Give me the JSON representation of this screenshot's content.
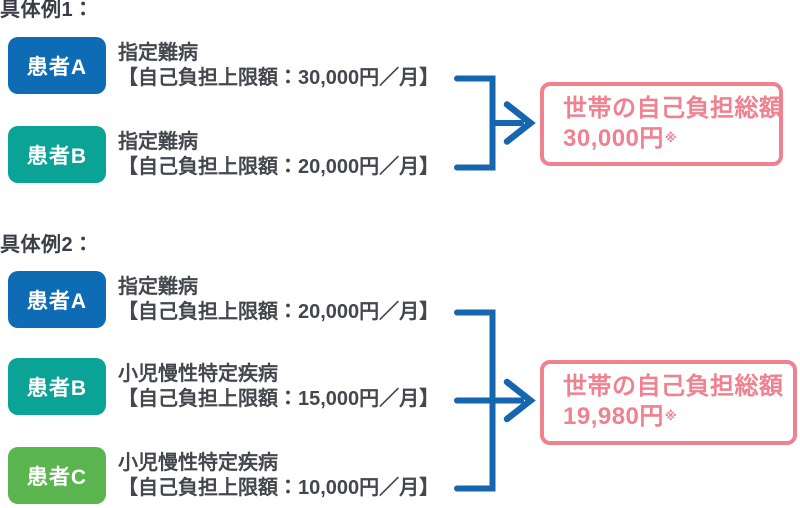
{
  "colors": {
    "patient_blue": "#0d6cb4",
    "patient_teal": "#0aa396",
    "patient_green": "#5bb54f",
    "connector_blue": "#1565af",
    "result_pink": "#f0818f",
    "text_dark": "#45474f",
    "title_dark": "#3b3d46"
  },
  "examples": [
    {
      "title": "具体例1：",
      "patients": [
        {
          "label": "患者A",
          "color": "blue",
          "disease": "指定難病",
          "limit": "【自己負担上限額：30,000円／月】"
        },
        {
          "label": "患者B",
          "color": "teal",
          "disease": "指定難病",
          "limit": "【自己負担上限額：20,000円／月】"
        }
      ],
      "result": {
        "label": "世帯の自己負担総額",
        "amount": "30,000円",
        "note_mark": "※"
      }
    },
    {
      "title": "具体例2：",
      "patients": [
        {
          "label": "患者A",
          "color": "blue",
          "disease": "指定難病",
          "limit": "【自己負担上限額：20,000円／月】"
        },
        {
          "label": "患者B",
          "color": "teal",
          "disease": "小児慢性特定疾病",
          "limit": "【自己負担上限額：15,000円／月】"
        },
        {
          "label": "患者C",
          "color": "green",
          "disease": "小児慢性特定疾病",
          "limit": "【自己負担上限額：10,000円／月】"
        }
      ],
      "result": {
        "label": "世帯の自己負担総額",
        "amount": "19,980円",
        "note_mark": "※"
      }
    }
  ]
}
